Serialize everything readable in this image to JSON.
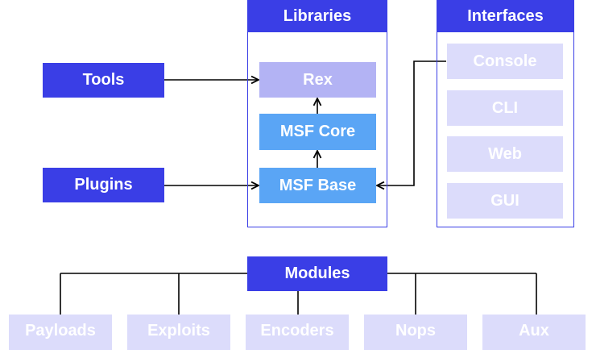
{
  "libraries": {
    "header": "Libraries",
    "rex": "Rex",
    "msf_core": "MSF Core",
    "msf_base": "MSF Base"
  },
  "interfaces": {
    "header": "Interfaces",
    "items": [
      "Console",
      "CLI",
      "Web",
      "GUI"
    ]
  },
  "sources": {
    "tools": "Tools",
    "plugins": "Plugins"
  },
  "modules": {
    "header": "Modules",
    "items": [
      "Payloads",
      "Exploits",
      "Encoders",
      "Nops",
      "Aux"
    ]
  },
  "colors": {
    "primary": "#3a3ee6",
    "core": "#5aa5f5",
    "rex": "#b3b3f4",
    "pale": "#dcdcfb",
    "line": "#000000"
  }
}
